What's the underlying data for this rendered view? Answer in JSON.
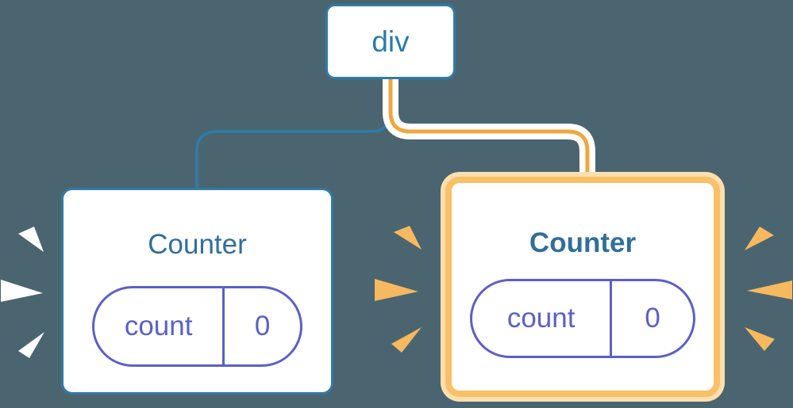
{
  "tree": {
    "root": {
      "label": "div"
    },
    "children": [
      {
        "title": "Counter",
        "state_key": "count",
        "state_value": "0",
        "highlighted": false
      },
      {
        "title": "Counter",
        "state_key": "count",
        "state_value": "0",
        "highlighted": true
      }
    ]
  },
  "colors": {
    "background": "#4b6570",
    "blue": "#2e7ca8",
    "title_blue": "#316f9a",
    "purple": "#5a60c8",
    "orange_line": "#f0a73f",
    "card_border_orange": "#f8c067",
    "card_glow_orange": "#fcdfae",
    "spark_orange": "#f7b95f",
    "spark_white": "#ffffff",
    "casing_white": "#ffffff",
    "node_fill": "#ffffff"
  }
}
